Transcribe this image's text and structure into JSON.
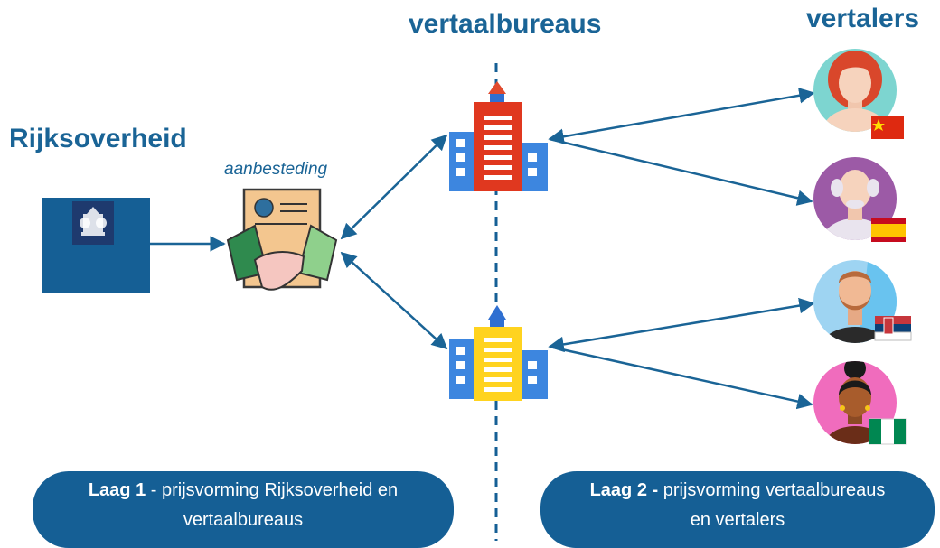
{
  "title_vertaalbureaus": "vertaalbureaus",
  "title_vertalers": "vertalers",
  "title_rijksoverheid": "Rijksoverheid",
  "label_aanbesteding": "aanbesteding",
  "laag1": {
    "bold": "Laag 1",
    "rest_line1": " - prijsvorming Rijksoverheid en",
    "line2": "vertaalbureaus"
  },
  "laag2": {
    "bold": "Laag 2 -",
    "rest_line1": " prijsvorming vertaalbureaus",
    "line2": "en vertalers"
  },
  "icons": [
    "rijksoverheid-logo-icon",
    "contract-handshake-icon",
    "red-building-icon",
    "yellow-building-icon",
    "translator-woman-red-hair-icon",
    "translator-old-man-icon",
    "translator-bearded-man-icon",
    "translator-woman-bun-icon",
    "china-flag-icon",
    "spain-flag-icon",
    "serbia-flag-icon",
    "nigeria-flag-icon"
  ],
  "colors": {
    "primary": "#155f95",
    "arrow": "#1a6496"
  }
}
